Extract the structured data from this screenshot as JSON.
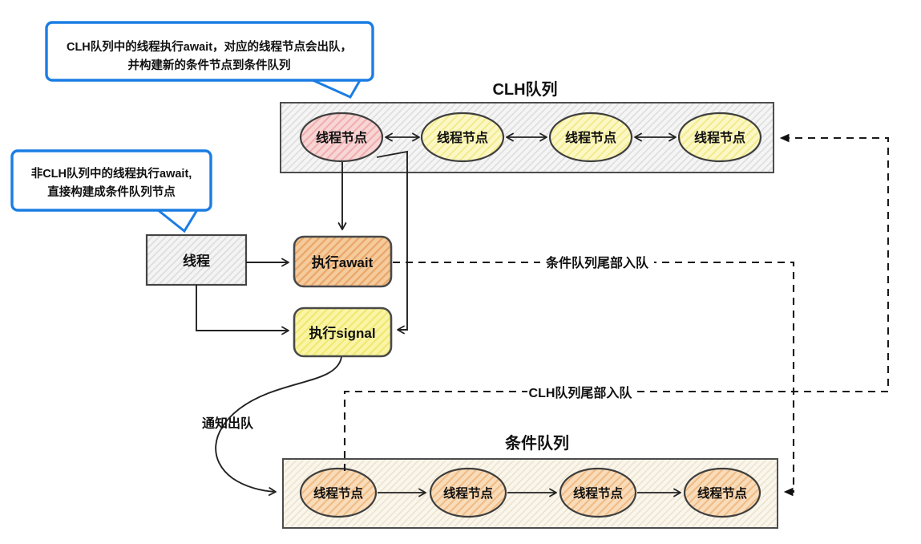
{
  "colors": {
    "bubble_border": "#1b7de4",
    "container_gray_fill": "#f5f5f5",
    "container_gray_hatch": "#dddddd",
    "container_cream_fill": "#faf6ec",
    "container_cream_hatch": "#eae1ca",
    "node_pink_fill": "#f8d6d6",
    "node_pink_hatch": "#f0acac",
    "node_yellow_fill": "#fcf8c6",
    "node_yellow_hatch": "#f3ea8a",
    "node_orange_fill": "#f9dcba",
    "node_orange_hatch": "#efba82",
    "box_gray_fill": "#f4f4f4",
    "box_gray_hatch": "#dcdcdc",
    "box_orange_fill": "#f5cb9c",
    "box_orange_hatch": "#e9a668",
    "box_yellow_fill": "#faf5a6",
    "box_yellow_hatch": "#f1e870",
    "line": "#222222"
  },
  "speech_bubbles": [
    {
      "lines": [
        "CLH队列中的线程执行await，对应的线程节点会出队，",
        "并构建新的条件节点到条件队列"
      ]
    },
    {
      "lines": [
        "非CLH队列中的线程执行await,",
        "直接构建成条件队列节点"
      ]
    }
  ],
  "clh_queue": {
    "title": "CLH队列",
    "nodes": [
      {
        "label": "线程节点",
        "variant": "pink"
      },
      {
        "label": "线程节点",
        "variant": "yellow"
      },
      {
        "label": "线程节点",
        "variant": "yellow"
      },
      {
        "label": "线程节点",
        "variant": "yellow"
      }
    ]
  },
  "condition_queue": {
    "title": "条件队列",
    "nodes": [
      {
        "label": "线程节点",
        "variant": "orange"
      },
      {
        "label": "线程节点",
        "variant": "orange"
      },
      {
        "label": "线程节点",
        "variant": "orange"
      },
      {
        "label": "线程节点",
        "variant": "orange"
      }
    ]
  },
  "flow": {
    "thread": "线程",
    "await": "执行await",
    "signal": "执行signal"
  },
  "edge_labels": {
    "condition_tail_enqueue": "条件队列尾部入队",
    "clh_tail_enqueue": "CLH队列尾部入队",
    "notify_dequeue": "通知出队"
  }
}
